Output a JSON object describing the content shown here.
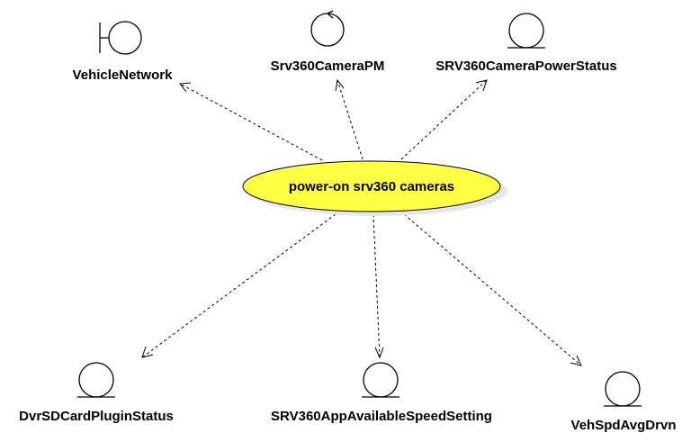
{
  "use_case": {
    "label": "power-on srv360 cameras",
    "fill_color": "#ffff44",
    "shadow_color": "#e8e8e8"
  },
  "elements": {
    "vehicle_network": {
      "label": "VehicleNetwork",
      "kind": "boundary"
    },
    "srv360_camera_pm": {
      "label": "Srv360CameraPM",
      "kind": "control"
    },
    "srv360_camera_power_status": {
      "label": "SRV360CameraPowerStatus",
      "kind": "entity"
    },
    "dvr_sd_card_plugin_status": {
      "label": "DvrSDCardPluginStatus",
      "kind": "entity"
    },
    "srv360_app_available_speed_setting": {
      "label": "SRV360AppAvailableSpeedSetting",
      "kind": "entity"
    },
    "veh_spd_avg_drvn": {
      "label": "VehSpdAvgDrvn",
      "kind": "entity"
    }
  }
}
